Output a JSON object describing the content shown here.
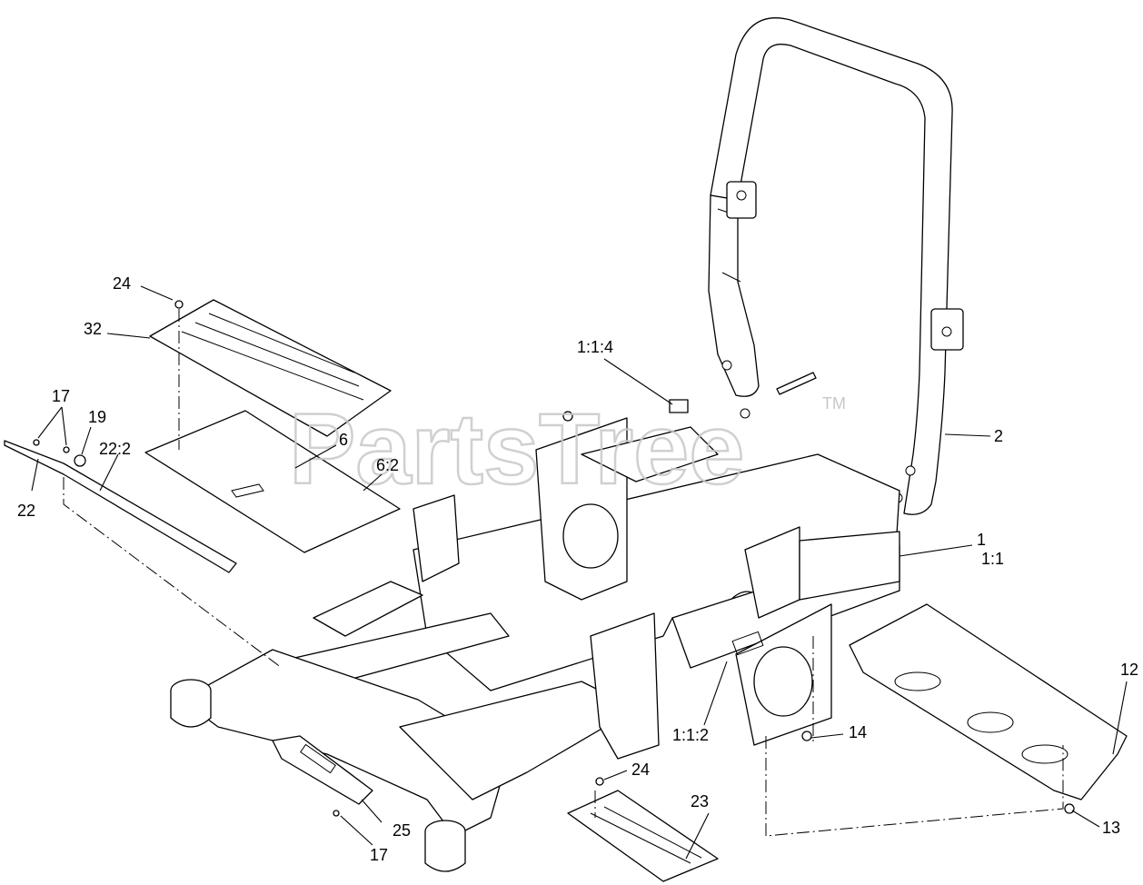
{
  "watermark": {
    "text": "PartsTree",
    "trademark": "TM"
  },
  "callouts": {
    "c24_top": "24",
    "c32": "32",
    "c17_left": "17",
    "c19": "19",
    "c22_2": "22:2",
    "c22": "22",
    "c6": "6",
    "c6_2": "6:2",
    "c1_1_4": "1:1:4",
    "c2": "2",
    "c1": "1",
    "c1_1": "1:1",
    "c12": "12",
    "c14": "14",
    "c1_1_2": "1:1:2",
    "c24_bottom": "24",
    "c23": "23",
    "c13": "13",
    "c25": "25",
    "c17_bottom": "17"
  }
}
